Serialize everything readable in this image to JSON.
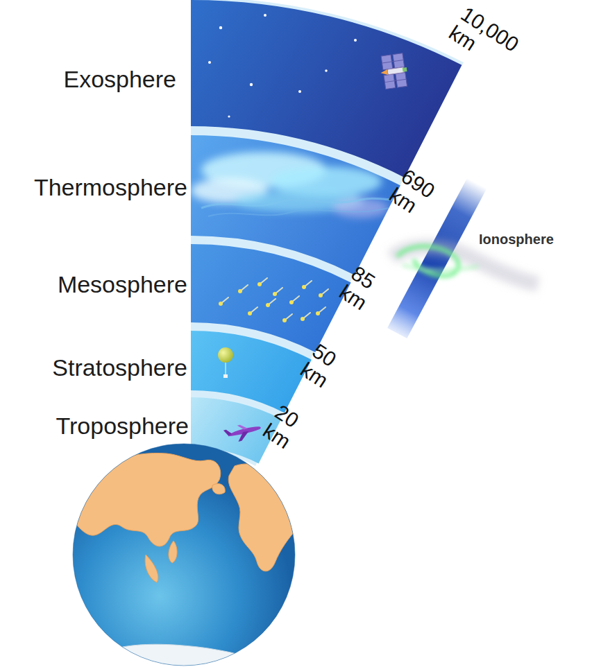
{
  "diagram": {
    "labels": [
      "Exosphere",
      "10,000 km",
      "Thermosphere",
      "690 km",
      "Ionosphere",
      "Mesosphere",
      "85 km",
      "Stratosphere",
      "50 km",
      "Troposphere",
      "20 km"
    ]
  }
}
